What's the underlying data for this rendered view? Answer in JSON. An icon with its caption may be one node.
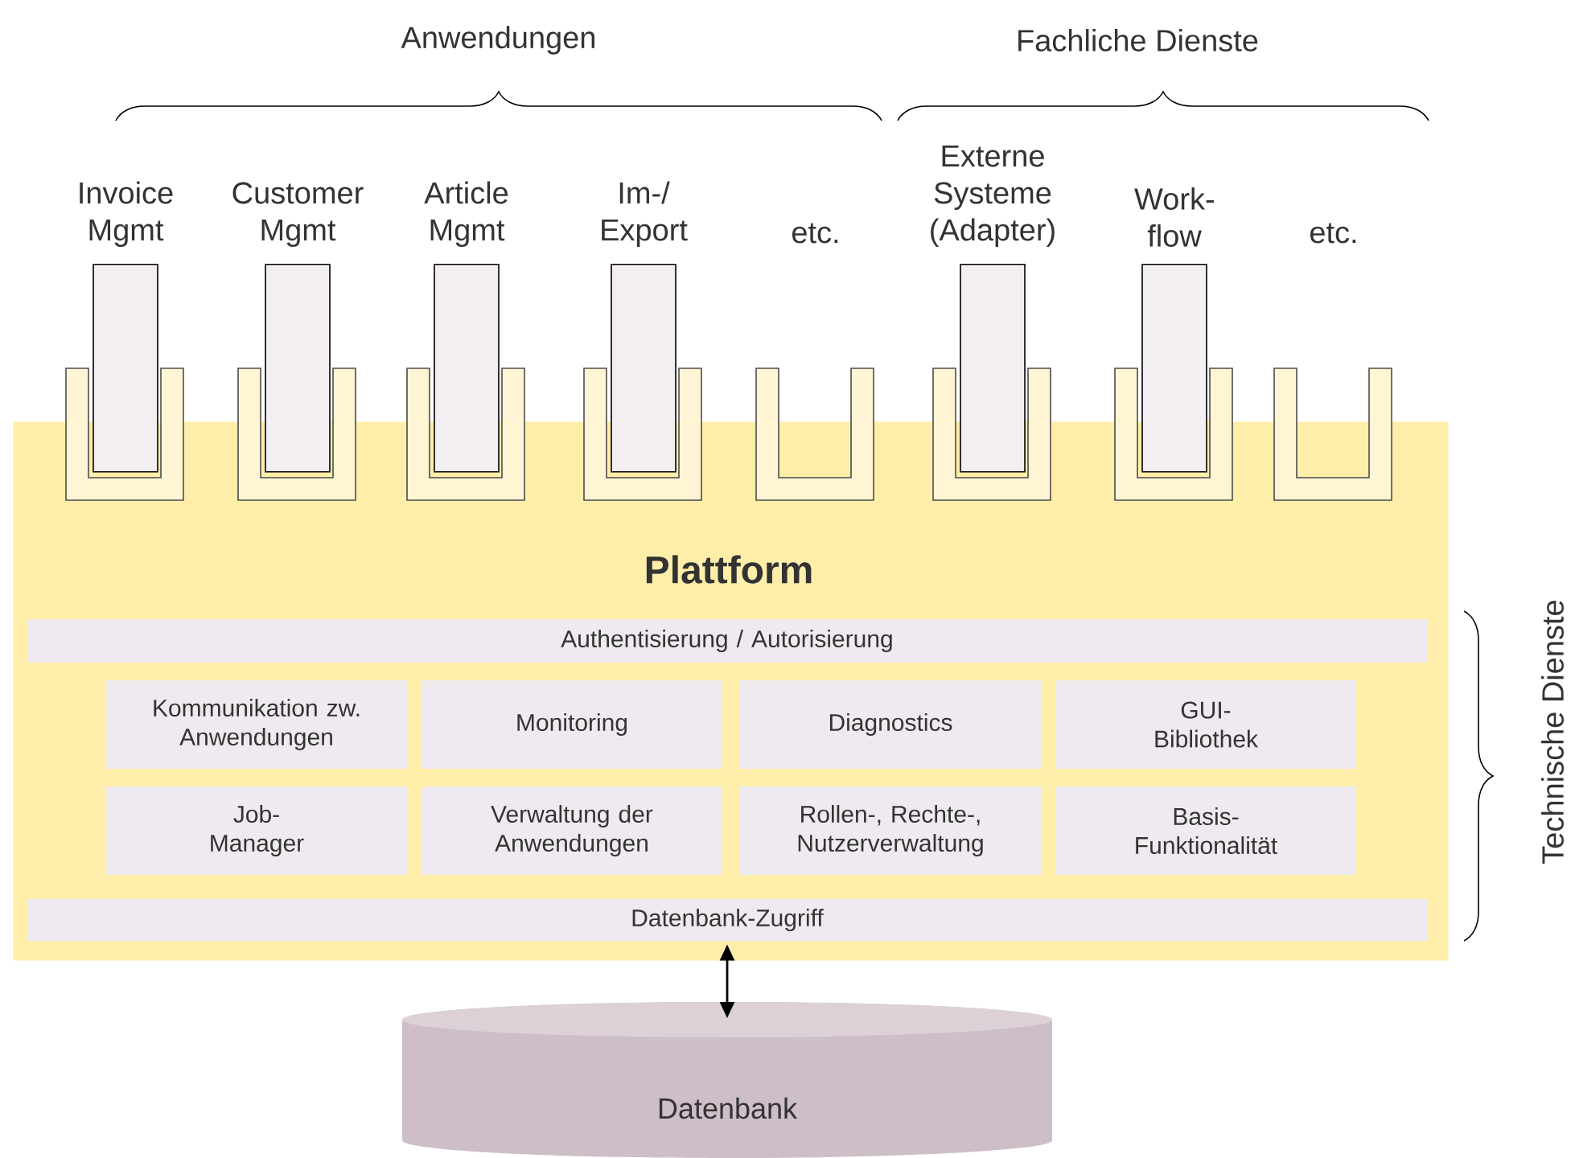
{
  "diagram": {
    "nodes": [
      {
        "text": [
          "Invoice Mgmt"
        ]
      },
      {
        "text": [
          "Customer Mgmt"
        ]
      },
      {
        "text": [
          "Article Mgmt"
        ]
      },
      {
        "text": [
          "Im-/ Export"
        ]
      },
      {
        "text": [],
        "shape": "socket"
      },
      {
        "text": [
          "Externe Systeme (Adapter)"
        ]
      },
      {
        "text": [
          "Work- flow"
        ]
      },
      {
        "text": [],
        "shape": "socket"
      },
      {
        "text": [
          "Plattform"
        ]
      },
      {
        "text": [
          "Authentisierung / Autorisierung"
        ],
        "in": 8
      },
      {
        "text": [
          "Kommunikation zw. Anwendungen"
        ],
        "in": 8
      },
      {
        "text": [
          "Monitoring"
        ],
        "in": 8
      },
      {
        "text": [
          "Diagnostics"
        ],
        "in": 8
      },
      {
        "text": [
          "GUI- Bibliothek"
        ],
        "in": 8
      },
      {
        "text": [
          "Job- Manager"
        ],
        "in": 8
      },
      {
        "text": [
          "Verwaltung der Anwendungen"
        ],
        "in": 8
      },
      {
        "text": [
          "Rollen-, Rechte-, Nutzerverwaltung"
        ],
        "in": 8
      },
      {
        "text": [
          "Basis- Funktionalität"
        ],
        "in": 8
      },
      {
        "text": [
          "Datenbank-Zugriff"
        ],
        "in": 8
      },
      {
        "text": [
          "Datenbank"
        ]
      }
    ],
    "edges": [
      {
        "from": 18,
        "to": 19,
        "arrow": "both"
      }
    ],
    "labels": [
      "Anwendungen",
      "Fachliche Dienste",
      "etc.",
      "etc.",
      "Technische Dienste"
    ]
  }
}
